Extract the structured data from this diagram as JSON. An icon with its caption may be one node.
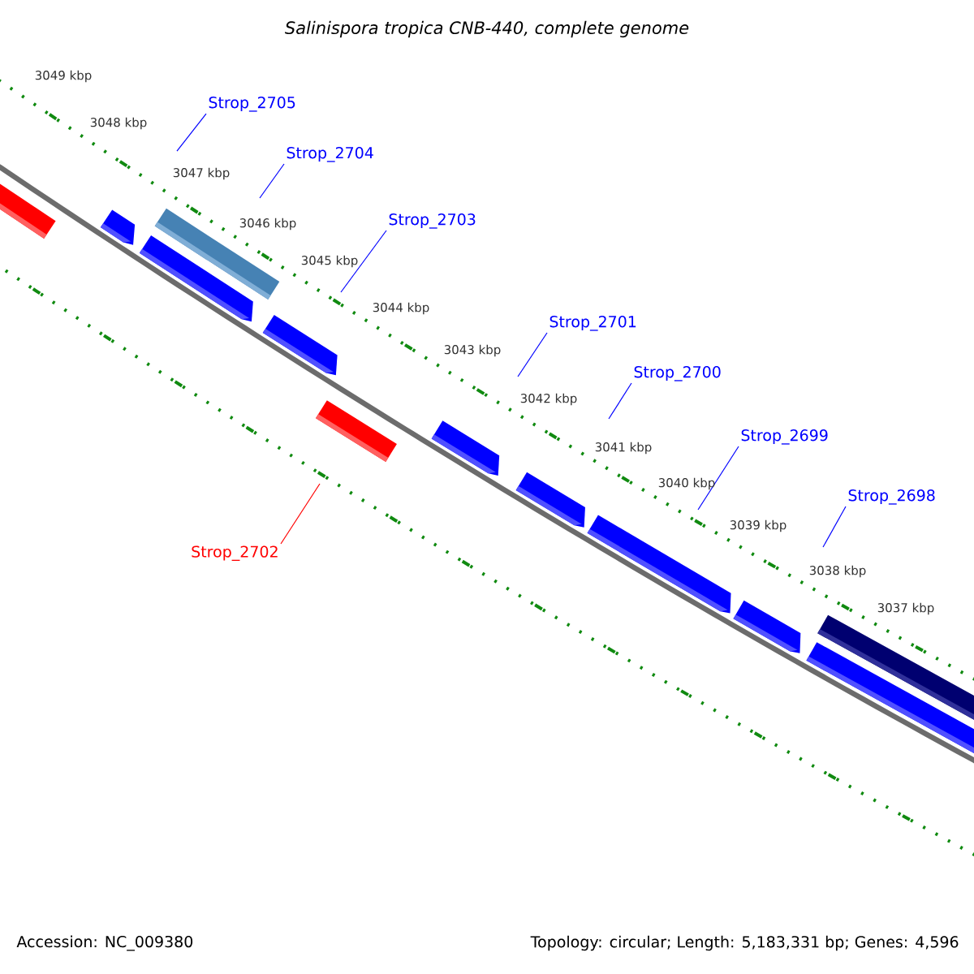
{
  "diagram": {
    "title": "Salinispora tropica CNB-440, complete genome",
    "nodes": [
      {
        "text": [
          "Strop_2705"
        ]
      },
      {
        "text": [
          "Strop_2704"
        ]
      },
      {
        "text": [
          "Strop_2703"
        ]
      },
      {
        "text": [
          "Strop_2701"
        ]
      },
      {
        "text": [
          "Strop_2700"
        ]
      },
      {
        "text": [
          "Strop_2699"
        ]
      },
      {
        "text": [
          "Strop_2698"
        ]
      },
      {
        "text": [
          "Strop_2702"
        ]
      }
    ],
    "edges": [
      {
        "from": 0,
        "to": null,
        "arrow": "none"
      },
      {
        "from": 1,
        "to": null,
        "arrow": "none"
      },
      {
        "from": 2,
        "to": null,
        "arrow": "none"
      },
      {
        "from": 3,
        "to": null,
        "arrow": "none"
      },
      {
        "from": 4,
        "to": null,
        "arrow": "none"
      },
      {
        "from": 5,
        "to": null,
        "arrow": "none"
      },
      {
        "from": 6,
        "to": null,
        "arrow": "none"
      },
      {
        "from": 7,
        "to": null,
        "arrow": "none",
        "color": "#ff0000"
      }
    ],
    "labels": [
      "3049 kbp",
      "3048 kbp",
      "3047 kbp",
      "3046 kbp",
      "3045 kbp",
      "3044 kbp",
      "3043 kbp",
      "3042 kbp",
      "3041 kbp",
      "3040 kbp",
      "3039 kbp",
      "3038 kbp",
      "3037 kbp",
      "Accession: NC_009380",
      "Topology: circular; Length: 5,183,331 bp; Genes: 4,596"
    ]
  }
}
